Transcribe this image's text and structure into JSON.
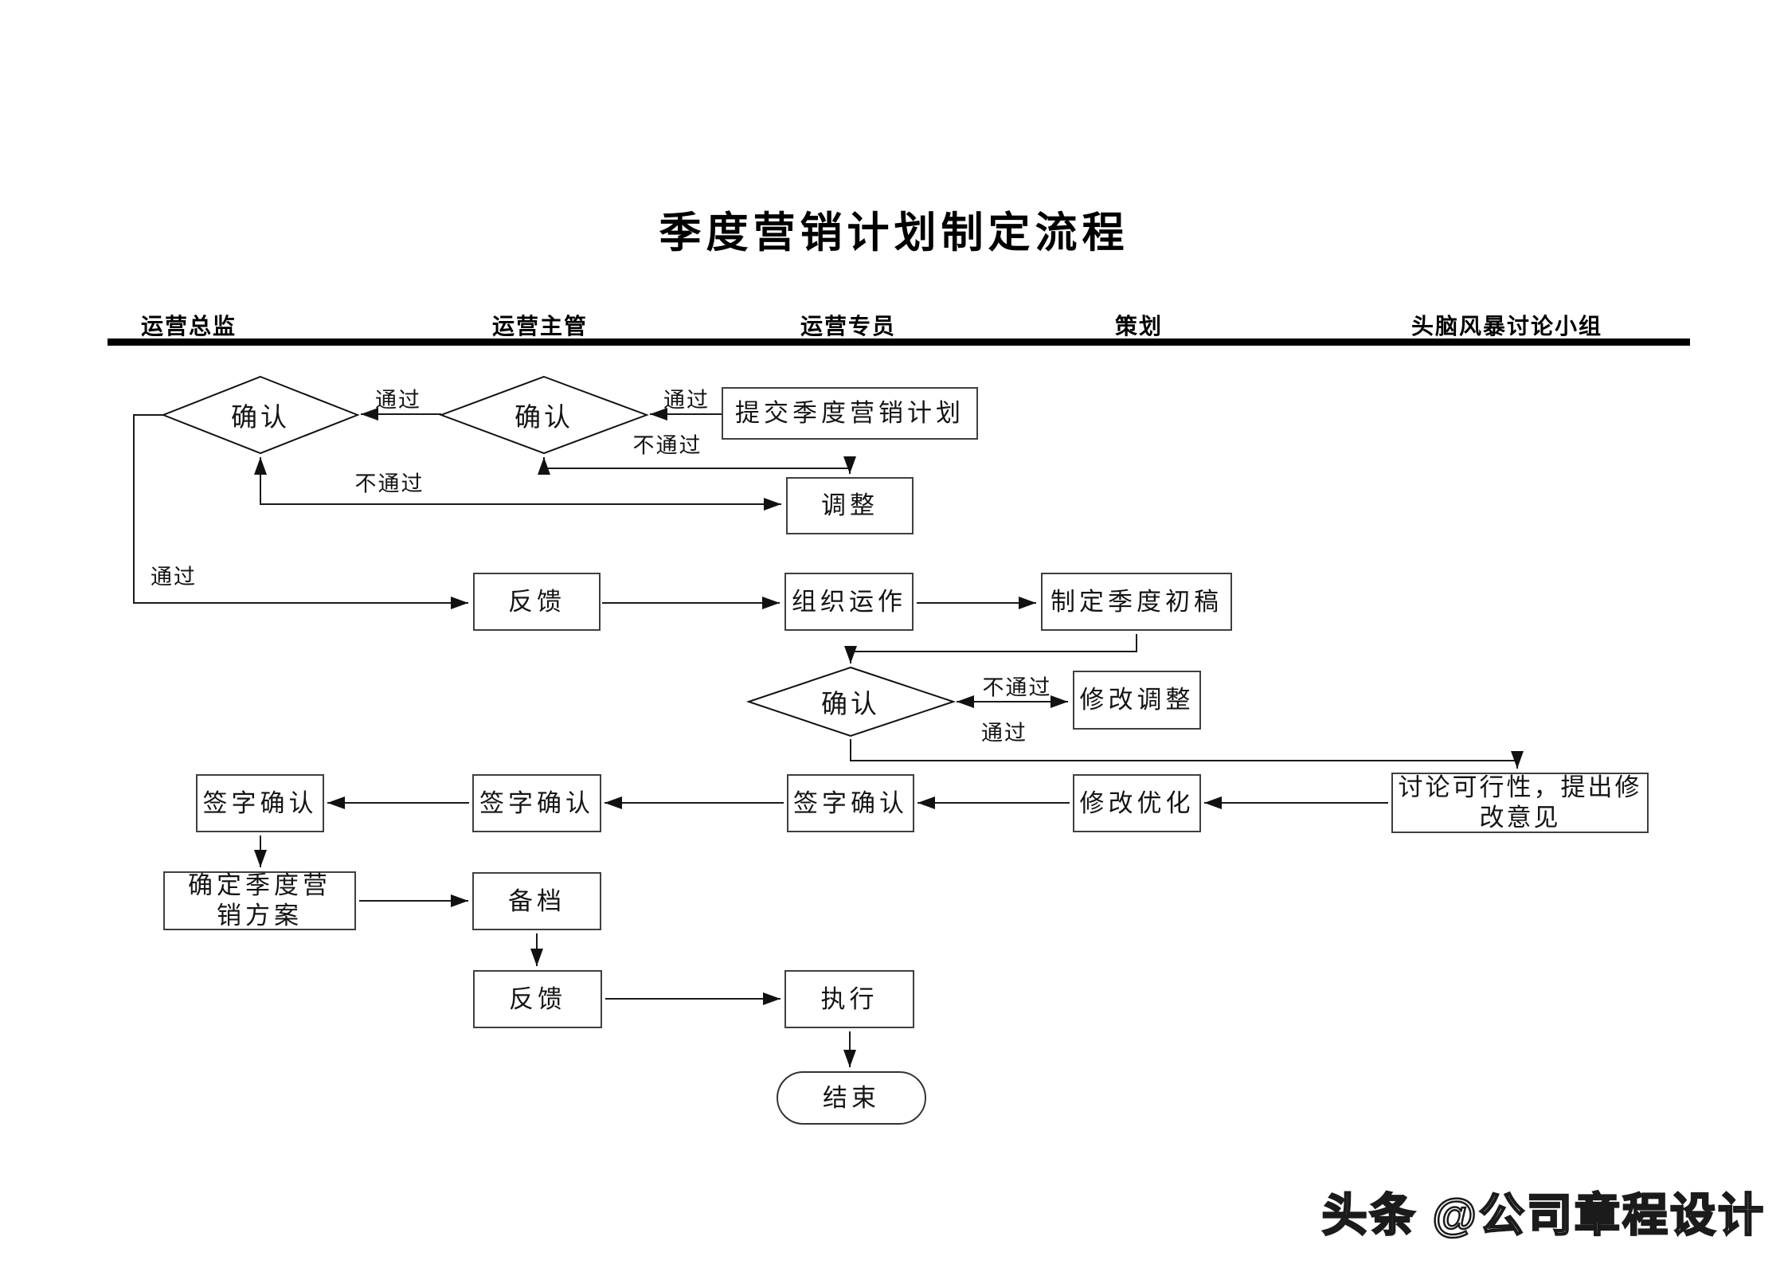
{
  "page": {
    "title": "季度营销计划制定流程",
    "watermark": "头条 @公司章程设计"
  },
  "lanes": [
    {
      "label": "运营总监"
    },
    {
      "label": "运营主管"
    },
    {
      "label": "运营专员"
    },
    {
      "label": "策划"
    },
    {
      "label": "头脑风暴讨论小组"
    }
  ],
  "nodes": {
    "confirm_director": {
      "label": "确认",
      "type": "decision"
    },
    "confirm_supervisor": {
      "label": "确认",
      "type": "decision"
    },
    "submit_plan": {
      "label": "提交季度营销计划",
      "type": "process"
    },
    "adjust": {
      "label": "调整",
      "type": "process"
    },
    "feedback1": {
      "label": "反馈",
      "type": "process"
    },
    "organize": {
      "label": "组织运作",
      "type": "process"
    },
    "draft": {
      "label": "制定季度初稿",
      "type": "process"
    },
    "confirm_specialist": {
      "label": "确认",
      "type": "decision"
    },
    "revise_adjust": {
      "label": "修改调整",
      "type": "process"
    },
    "discuss": {
      "label": "讨论可行性，提出修改意见",
      "type": "process"
    },
    "sign_director": {
      "label": "签字确认",
      "type": "process"
    },
    "sign_supervisor": {
      "label": "签字确认",
      "type": "process"
    },
    "sign_specialist": {
      "label": "签字确认",
      "type": "process"
    },
    "revise_optimize": {
      "label": "修改优化",
      "type": "process"
    },
    "finalize": {
      "label": "确定季度营销方案",
      "type": "process"
    },
    "archive": {
      "label": "备档",
      "type": "process"
    },
    "feedback2": {
      "label": "反馈",
      "type": "process"
    },
    "execute": {
      "label": "执行",
      "type": "process"
    },
    "end": {
      "label": "结束",
      "type": "terminator"
    }
  },
  "edge_labels": {
    "pass_submit": "通过",
    "pass_supervisor": "通过",
    "fail_supervisor": "不通过",
    "fail_director": "不通过",
    "pass_director": "通过",
    "fail_specialist": "不通过",
    "pass_specialist": "通过"
  }
}
